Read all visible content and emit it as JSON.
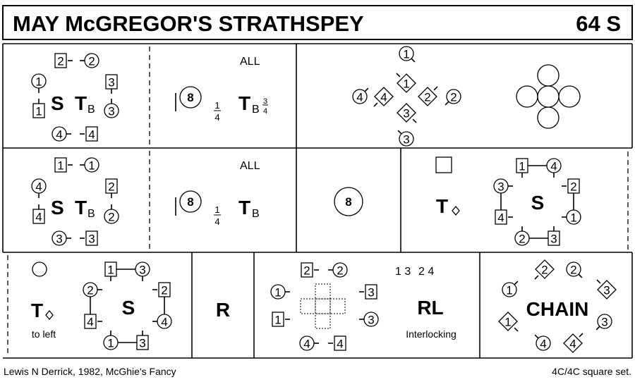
{
  "title": "MAY McGREGOR'S STRATHSPEY",
  "bars_type": "64 S",
  "footer": {
    "credit": "Lewis N Derrick, 1982, McGhie's Fancy",
    "set": "4C/4C  square set."
  },
  "row1": {
    "c1": {
      "s": "S",
      "t": "T",
      "sub": "B",
      "dancers": [
        "sq2",
        "c2",
        "c1",
        "sq1",
        "sq3",
        "c3",
        "c4",
        "sq4"
      ]
    },
    "c2": {
      "all": "ALL",
      "circle": "8",
      "frac_num": "1",
      "frac_den": "4",
      "t": "T",
      "sub": "B",
      "sub_num": "3",
      "sub_den": "4"
    },
    "c3": {
      "dancers": [
        "c1",
        "d1",
        "c4",
        "d4",
        "d2",
        "c2",
        "d3",
        "c3"
      ]
    }
  },
  "row2": {
    "c1": {
      "s": "S",
      "t": "T",
      "sub": "B",
      "dancers": [
        "sq1",
        "c1",
        "c4",
        "sq4",
        "sq2",
        "c2",
        "c3",
        "sq3"
      ]
    },
    "c2": {
      "all": "ALL",
      "circle": "8",
      "frac_num": "1",
      "frac_den": "4",
      "t": "T",
      "sub": "B"
    },
    "c3": {
      "circle": "8"
    },
    "c4": {
      "t": "T",
      "s": "S",
      "dancers": [
        "sq1",
        "c4",
        "c3",
        "sq2",
        "c1",
        "sq4",
        "c2",
        "sq3"
      ]
    }
  },
  "row3": {
    "c1": {
      "t": "T",
      "note": "to left",
      "s": "S",
      "dancers": [
        "sq1",
        "c3",
        "c2",
        "sq2",
        "sq4",
        "c4",
        "c1",
        "sq3"
      ]
    },
    "c2": {
      "r": "R"
    },
    "c3": {
      "pairs_a": "1 3",
      "pairs_b": "2 4",
      "rl": "RL",
      "note": "Interlocking",
      "dancers": [
        "sq2",
        "c2",
        "c1",
        "sq3",
        "sq1",
        "c3",
        "c4",
        "sq4"
      ]
    },
    "c4": {
      "chain": "CHAIN",
      "dancers": [
        "d2",
        "c2",
        "c1",
        "d3",
        "d1",
        "c3",
        "c4",
        "d4"
      ]
    }
  }
}
